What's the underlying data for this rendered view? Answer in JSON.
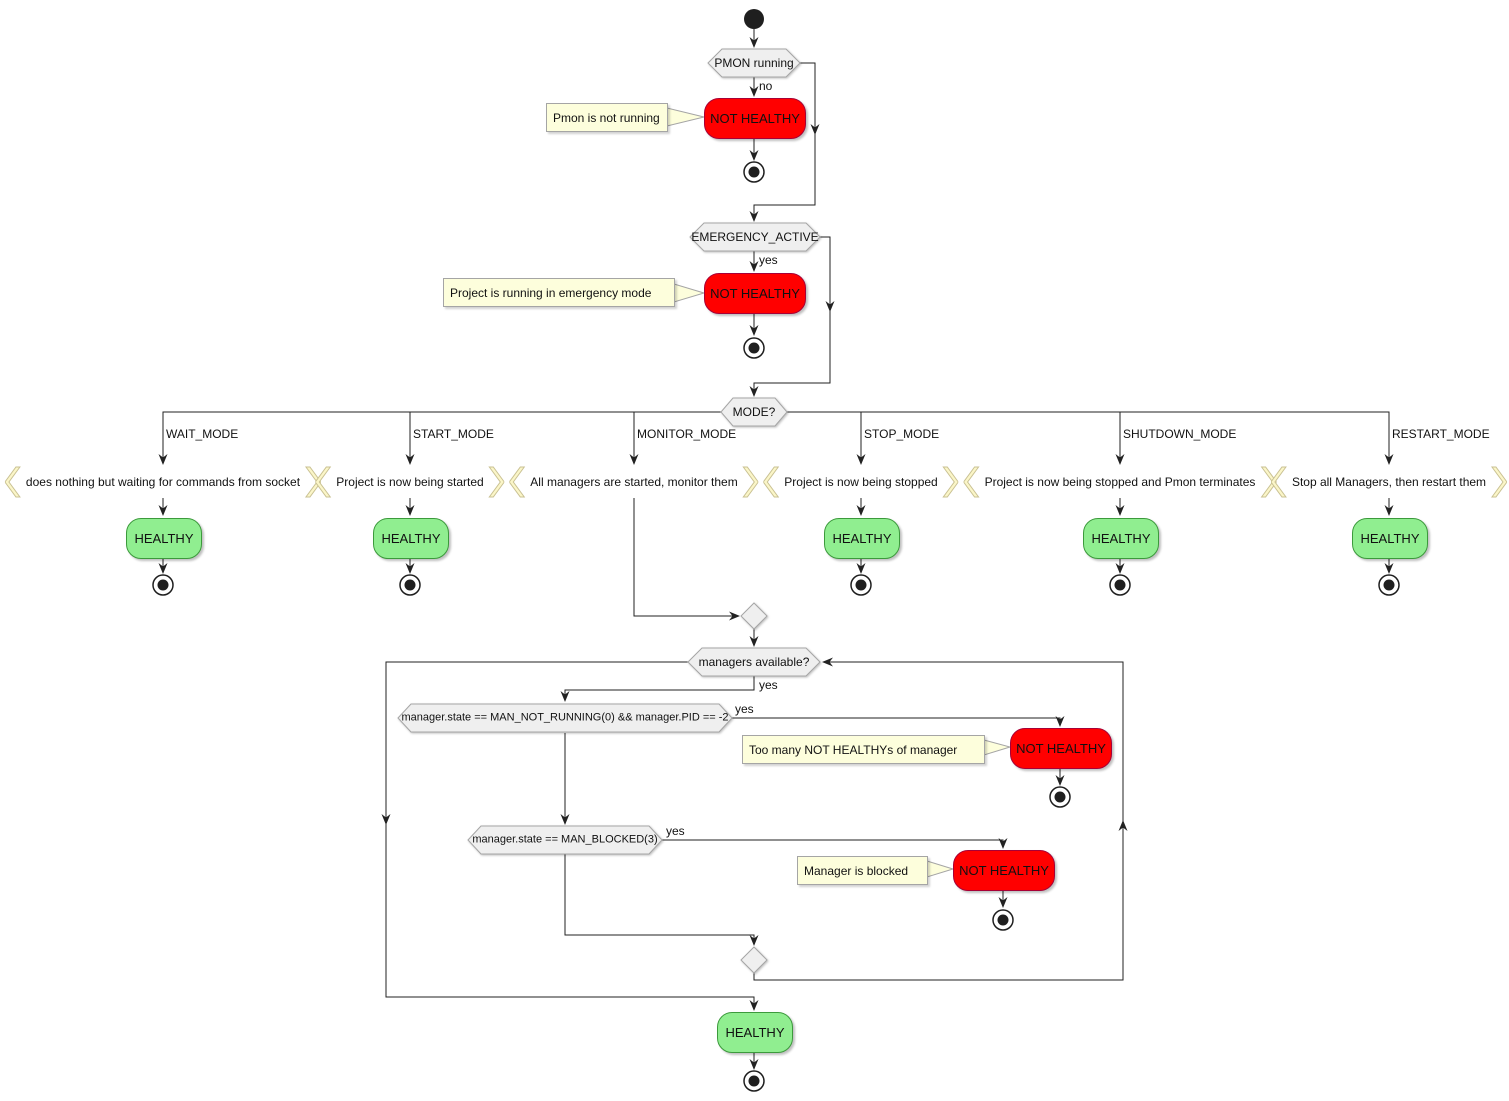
{
  "colors": {
    "not_healthy_fill": "#FF0000",
    "healthy_fill": "#90EE90",
    "decision_fill": "#EFEFEF",
    "decision_border": "#A5A5A5",
    "note_fill": "#FDFEDC",
    "signal_bracket_fill": "#FBF6C8",
    "line": "#222222"
  },
  "decisions": {
    "pmon": {
      "label": "PMON running",
      "no_label": "no"
    },
    "emergency": {
      "label": "EMERGENCY_ACTIVE",
      "yes_label": "yes"
    },
    "mode": {
      "label": "MODE?",
      "branches": [
        "WAIT_MODE",
        "START_MODE",
        "MONITOR_MODE",
        "STOP_MODE",
        "SHUTDOWN_MODE",
        "RESTART_MODE"
      ]
    },
    "managers": {
      "label": "managers available?",
      "yes_label": "yes"
    },
    "man_not_running": {
      "label": "manager.state == MAN_NOT_RUNNING(0) && manager.PID == -2",
      "yes_label": "yes"
    },
    "man_blocked": {
      "label": "manager.state == MAN_BLOCKED(3)",
      "yes_label": "yes"
    }
  },
  "activities": {
    "not_healthy": "NOT HEALTHY",
    "healthy": "HEALTHY"
  },
  "notes": {
    "pmon_not_running": "Pmon is not running",
    "emergency_mode": "Project is running in emergency mode",
    "too_many_not_healthy": "Too many NOT HEALTHYs of manager",
    "manager_blocked": "Manager is blocked"
  },
  "signals": {
    "wait": "does nothing but waiting for commands from socket",
    "start": "Project is now being started",
    "monitor": "All managers are started, monitor them",
    "stop": "Project is now being stopped",
    "shutdown": "Project is now being stopped and Pmon terminates",
    "restart": "Stop all Managers, then restart them"
  }
}
